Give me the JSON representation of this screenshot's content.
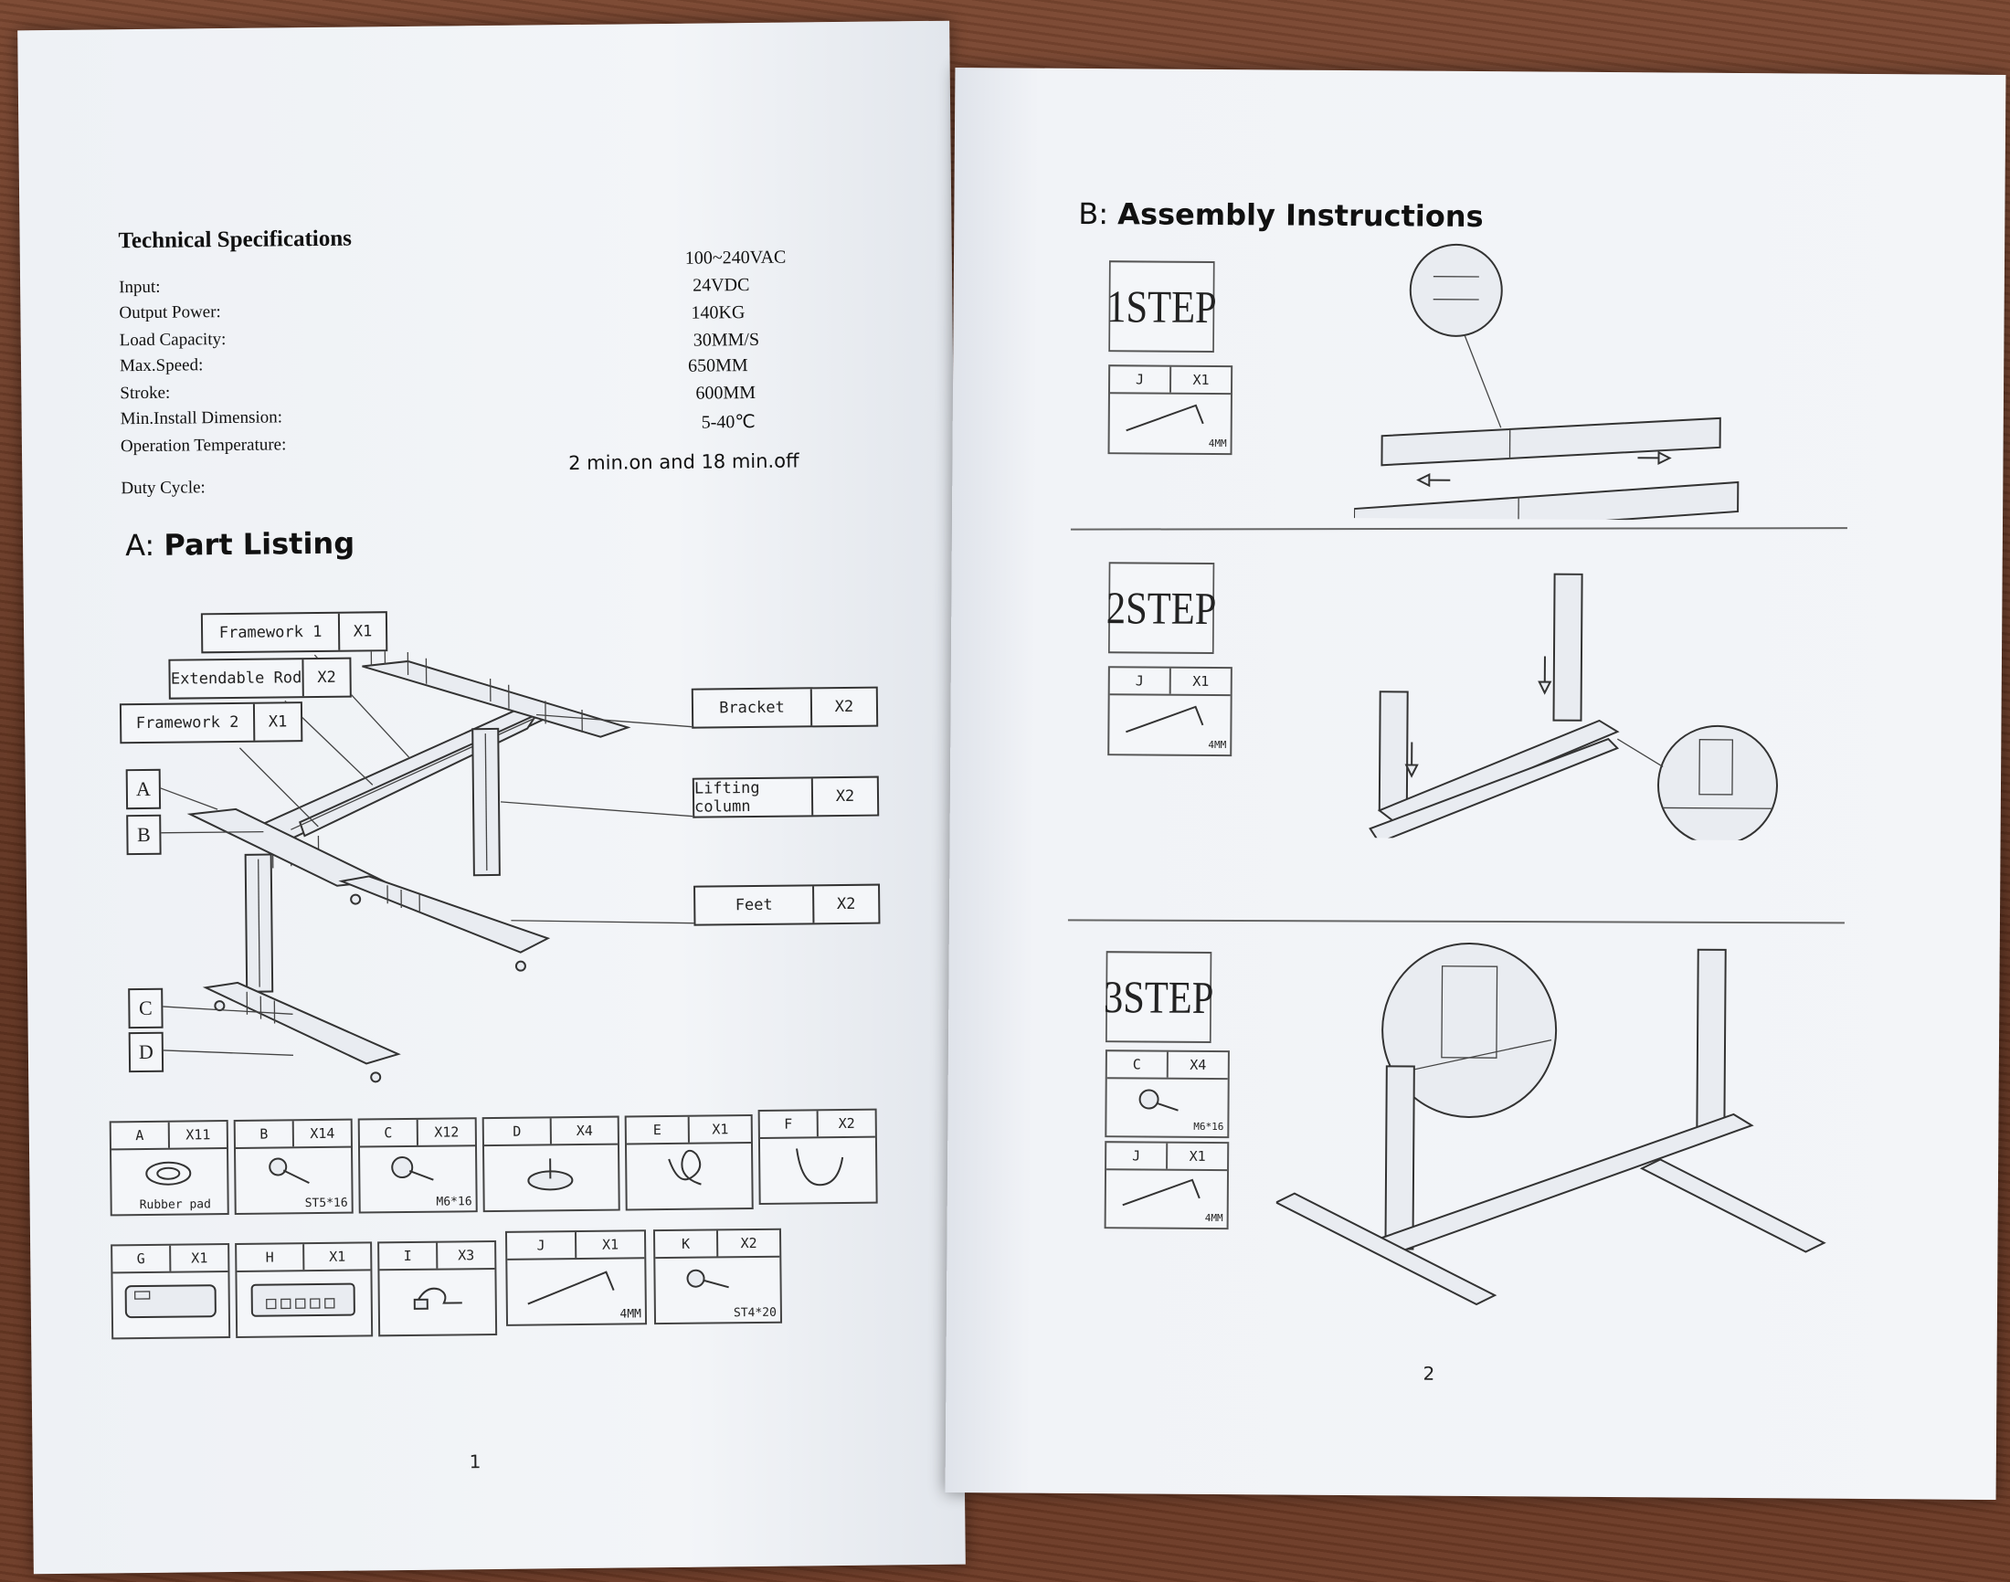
{
  "left_page": {
    "spec_title": "Technical Specifications",
    "specs": [
      {
        "label": "Input:",
        "value": "100~240VAC"
      },
      {
        "label": "Output Power:",
        "value": "24VDC"
      },
      {
        "label": "Load Capacity:",
        "value": "140KG"
      },
      {
        "label": "Max.Speed:",
        "value": "30MM/S"
      },
      {
        "label": "Stroke:",
        "value": "650MM"
      },
      {
        "label": "Min.Install Dimension:",
        "value": "600MM"
      },
      {
        "label": "Operation Temperature:",
        "value": "5-40℃"
      },
      {
        "label": "Duty Cycle:",
        "value": "2 min.on and 18 min.off"
      }
    ],
    "section_prefix": "A:",
    "section_title": "Part Listing",
    "callouts": [
      {
        "name": "Framework 1",
        "qty": "X1"
      },
      {
        "name": "Extendable Rod",
        "qty": "X2"
      },
      {
        "name": "Framework 2",
        "qty": "X1"
      },
      {
        "name": "Bracket",
        "qty": "X2"
      },
      {
        "name": "Lifting column",
        "qty": "X2"
      },
      {
        "name": "Feet",
        "qty": "X2"
      }
    ],
    "letters": [
      "A",
      "B",
      "C",
      "D"
    ],
    "parts": [
      {
        "id": "A",
        "qty": "X11",
        "caption": "Rubber pad"
      },
      {
        "id": "B",
        "qty": "X14",
        "caption": "ST5*16"
      },
      {
        "id": "C",
        "qty": "X12",
        "caption": "M6*16"
      },
      {
        "id": "D",
        "qty": "X4",
        "caption": ""
      },
      {
        "id": "E",
        "qty": "X1",
        "caption": ""
      },
      {
        "id": "F",
        "qty": "X2",
        "caption": ""
      },
      {
        "id": "G",
        "qty": "X1",
        "caption": ""
      },
      {
        "id": "H",
        "qty": "X1",
        "caption": ""
      },
      {
        "id": "I",
        "qty": "X3",
        "caption": ""
      },
      {
        "id": "J",
        "qty": "X1",
        "caption": "4MM"
      },
      {
        "id": "K",
        "qty": "X2",
        "caption": "ST4*20"
      }
    ],
    "page_number": "1"
  },
  "right_page": {
    "section_prefix": "B:",
    "section_title": "Assembly Instructions",
    "steps": [
      {
        "label": "1STEP",
        "tools": [
          {
            "id": "J",
            "qty": "X1",
            "caption": "4MM"
          }
        ]
      },
      {
        "label": "2STEP",
        "tools": [
          {
            "id": "J",
            "qty": "X1",
            "caption": "4MM"
          }
        ]
      },
      {
        "label": "3STEP",
        "tools": [
          {
            "id": "C",
            "qty": "X4",
            "caption": "M6*16"
          },
          {
            "id": "J",
            "qty": "X1",
            "caption": "4MM"
          }
        ]
      }
    ],
    "page_number": "2"
  }
}
